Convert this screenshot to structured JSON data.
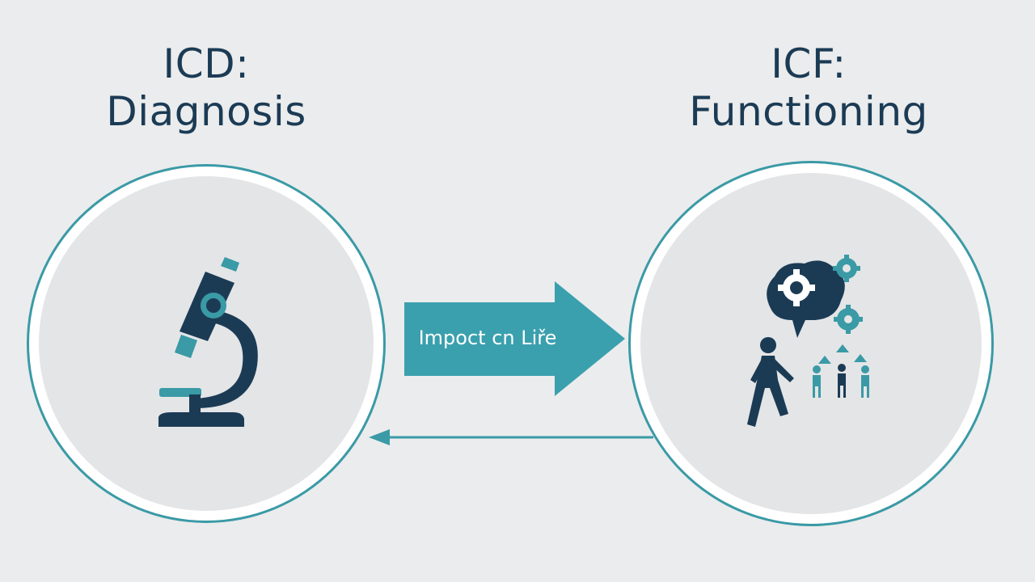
{
  "left_panel": {
    "title_line1": "ICD:",
    "title_line2": "Diagnosis",
    "icon": "microscope-icon"
  },
  "right_panel": {
    "title_line1": "ICF:",
    "title_line2": "Functioning",
    "icon": "functioning-people-brain-icon"
  },
  "forward_arrow": {
    "label": "Impoct cn Liře"
  },
  "colors": {
    "background": "#ebeced",
    "circle_ring": "#3a9aa6",
    "circle_fill": "#e4e5e7",
    "arrow": "#3aa0ae",
    "navy": "#1b3b55",
    "teal": "#3a9aa6"
  }
}
